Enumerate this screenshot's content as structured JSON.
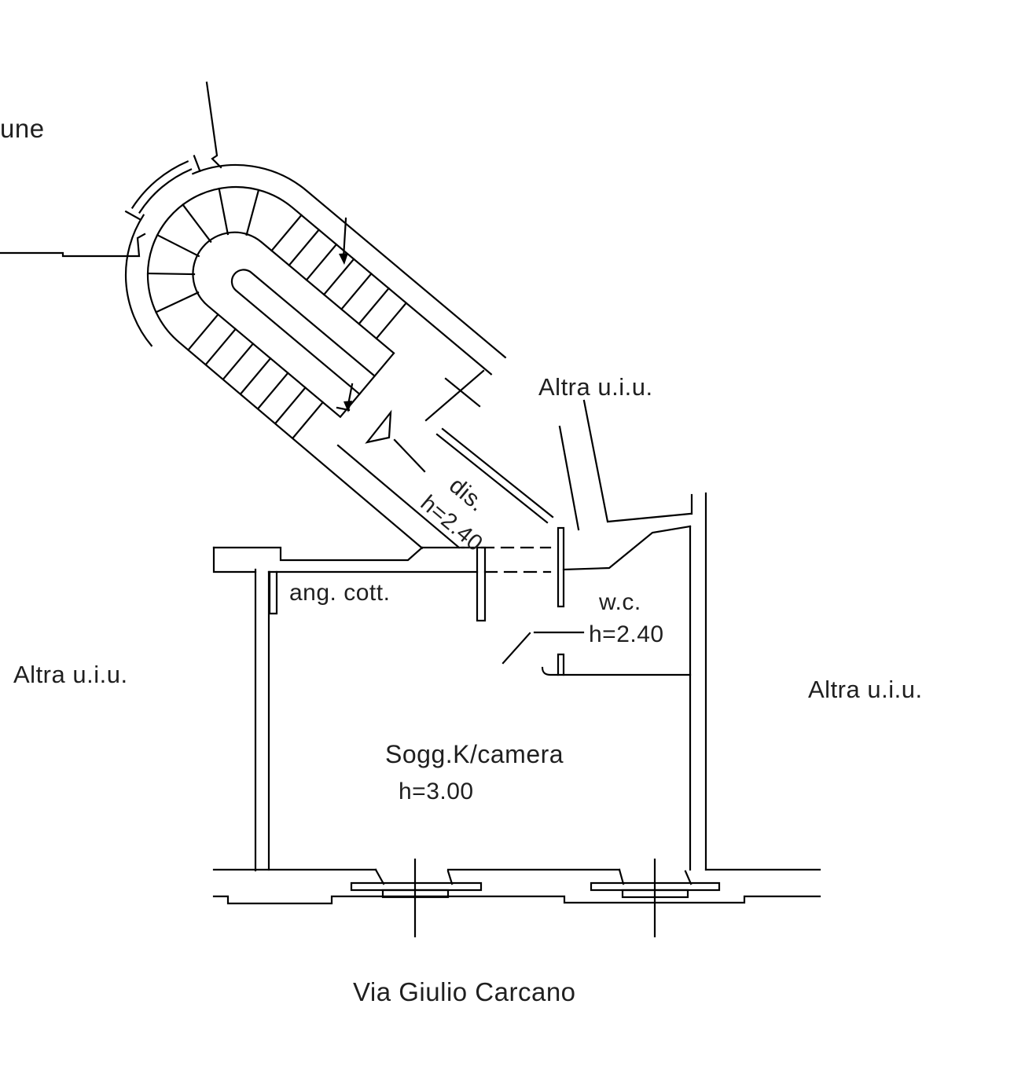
{
  "plan": {
    "clipped_label": "une",
    "street_label": "Via Giulio Carcano",
    "adjacent_unit_labels": {
      "top": "Altra u.i.u.",
      "left": "Altra u.i.u.",
      "right": "Altra u.i.u."
    },
    "rooms": {
      "hallway": {
        "label": "dis.",
        "height": "h=2.40"
      },
      "kitchenette": {
        "label": "ang. cott."
      },
      "wc": {
        "label": "w.c.",
        "height": "h=2.40"
      },
      "living": {
        "label": "Sogg.K/camera",
        "height": "h=3.00"
      }
    }
  },
  "colors": {
    "line": "#000000",
    "background": "#ffffff",
    "text": "#1f1f1f"
  }
}
